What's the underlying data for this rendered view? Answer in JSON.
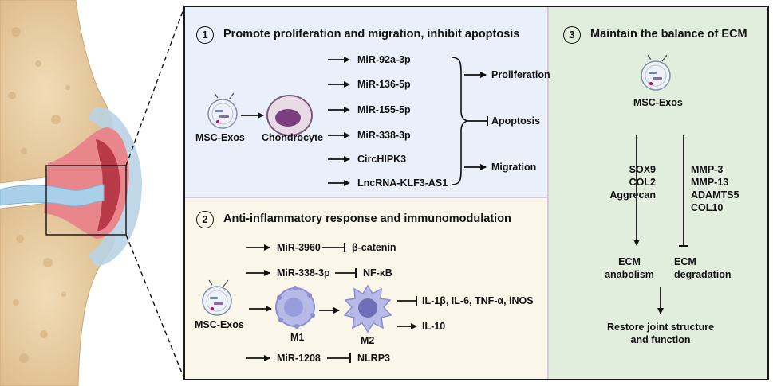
{
  "panel1": {
    "number": "1",
    "title": "Promote proliferation and migration, inhibit apoptosis",
    "source": "MSC-Exos",
    "cell": "Chondrocyte",
    "mirnas": [
      "MiR-92a-3p",
      "MiR-136-5p",
      "MiR-155-5p",
      "MiR-338-3p",
      "CircHIPK3",
      "LncRNA-KLF3-AS1"
    ],
    "outcomes": [
      "Proliferation",
      "Apoptosis",
      "Migration"
    ]
  },
  "panel2": {
    "number": "2",
    "title": "Anti-inflammatory response and immunomodulation",
    "source": "MSC-Exos",
    "pathways": [
      {
        "mirna": "MiR-3960",
        "target": "β-catenin"
      },
      {
        "mirna": "MiR-338-3p",
        "target": "NF-κB"
      },
      {
        "mirna": "MiR-1208",
        "target": "NLRP3"
      }
    ],
    "m1": "M1",
    "m2": "M2",
    "inhibited_cytokines": "IL-1β, IL-6, TNF-α, iNOS",
    "promoted_cytokine": "IL-10"
  },
  "panel3": {
    "number": "3",
    "title": "Maintain the balance of ECM",
    "source": "MSC-Exos",
    "anabolic_factors": [
      "SOX9",
      "COL2",
      "Aggrecan"
    ],
    "catabolic_factors": [
      "MMP-3",
      "MMP-13",
      "ADAMTS5",
      "COL10"
    ],
    "anabolism": [
      "ECM",
      "anabolism"
    ],
    "degradation": [
      "ECM",
      "degradation"
    ],
    "result": [
      "Restore joint structure",
      "and function"
    ]
  },
  "colors": {
    "panel1_bg": "#eaf0fa",
    "panel2_bg": "#fbf6ea",
    "panel3_bg": "#e1eedd",
    "bone": "#e8cfa6",
    "cartilage_red": "#d9626a",
    "synovial_blue": "#a9d0e8"
  }
}
